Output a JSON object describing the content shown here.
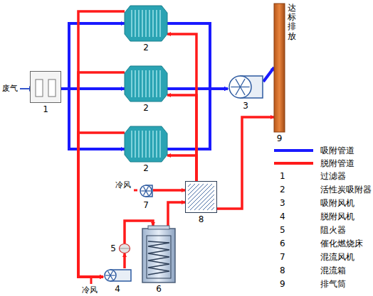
{
  "diagram": {
    "nodes": [
      {
        "text": [
          "1"
        ]
      },
      {
        "text": [
          "2"
        ]
      },
      {
        "text": [
          "2"
        ]
      },
      {
        "text": [
          "2"
        ]
      },
      {
        "text": [
          "3"
        ]
      },
      {
        "text": [
          "达标排放",
          "9"
        ]
      },
      {
        "text": [
          "7"
        ]
      },
      {
        "text": [
          "8"
        ]
      },
      {
        "text": [
          "5"
        ]
      },
      {
        "text": [
          "6"
        ]
      },
      {
        "text": [
          "4"
        ]
      }
    ],
    "edges": [
      {
        "from": 0,
        "to": 1,
        "arrow": "to"
      },
      {
        "from": 0,
        "to": 2,
        "arrow": "to"
      },
      {
        "from": 0,
        "to": 3,
        "arrow": "to"
      },
      {
        "from": 1,
        "to": 4,
        "arrow": "to"
      },
      {
        "from": 2,
        "to": 4,
        "arrow": "to"
      },
      {
        "from": 3,
        "to": 4,
        "arrow": "to"
      },
      {
        "from": 4,
        "to": 5,
        "arrow": "to"
      },
      {
        "from": 1,
        "to": 10,
        "arrow": "to"
      },
      {
        "from": 2,
        "to": 10,
        "arrow": "to"
      },
      {
        "from": 3,
        "to": 10,
        "arrow": "to"
      },
      {
        "from": 10,
        "to": 8,
        "arrow": "to"
      },
      {
        "from": 8,
        "to": 9,
        "arrow": "to"
      },
      {
        "from": 9,
        "to": 7,
        "arrow": "to"
      },
      {
        "from": 7,
        "to": 1,
        "arrow": "to"
      },
      {
        "from": 7,
        "to": 2,
        "arrow": "to"
      },
      {
        "from": 7,
        "to": 3,
        "arrow": "to"
      },
      {
        "from": 6,
        "to": 7,
        "arrow": "to"
      },
      {
        "from": 7,
        "to": 5,
        "arrow": "to"
      }
    ],
    "labels": [
      "废气",
      "冷风",
      "冷风",
      "1",
      "过滤器",
      "2",
      "活性炭吸附器",
      "3",
      "吸附风机",
      "4",
      "脱附风机",
      "5",
      "阻火器",
      "6",
      "催化燃烧床",
      "7",
      "混流风机",
      "8",
      "混流箱",
      "9",
      "排气筒"
    ],
    "legend": [
      {
        "text": "吸附管道"
      },
      {
        "text": "脱附管道"
      }
    ]
  }
}
